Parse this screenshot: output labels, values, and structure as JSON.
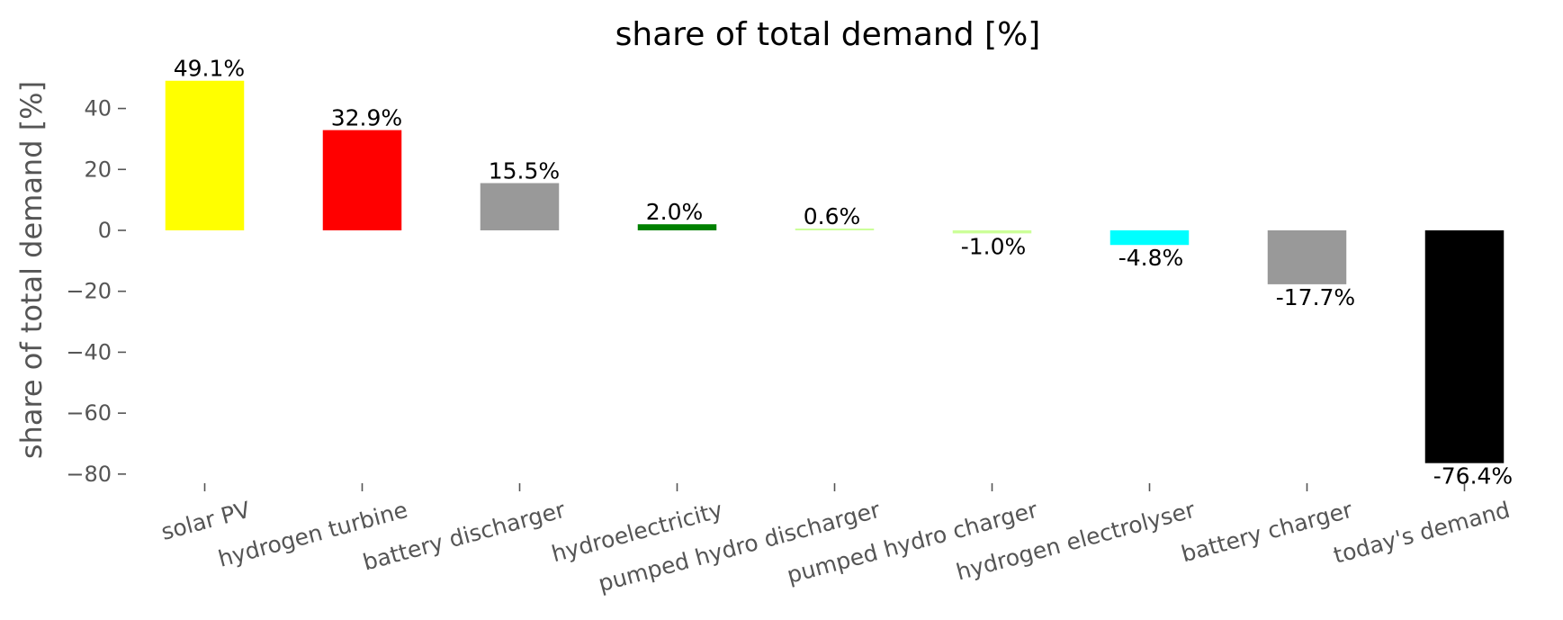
{
  "chart_data": {
    "type": "bar",
    "title": "share of total demand [%]",
    "xlabel": "",
    "ylabel": "share of total demand [%]",
    "ylim": [
      -83,
      57
    ],
    "yticks": [
      40,
      20,
      0,
      -20,
      -40,
      -60,
      -80
    ],
    "ytick_labels": [
      "40",
      "20",
      "0",
      "−20",
      "−40",
      "−60",
      "−80"
    ],
    "grid": false,
    "categories": [
      "solar PV",
      "hydrogen turbine",
      "battery discharger",
      "hydroelectricity",
      "pumped hydro discharger",
      "pumped hydro charger",
      "hydrogen electrolyser",
      "battery charger",
      "today's demand"
    ],
    "values": [
      49.1,
      32.9,
      15.5,
      2.0,
      0.6,
      -1.0,
      -4.8,
      -17.7,
      -76.4
    ],
    "data_labels": [
      "49.1%",
      "32.9%",
      "15.5%",
      "2.0%",
      "0.6%",
      "-1.0%",
      "-4.8%",
      "-17.7%",
      "-76.4%"
    ],
    "colors": [
      "#ffff00",
      "#ff0000",
      "#999999",
      "#008000",
      "#ccff99",
      "#ccff99",
      "#00ffff",
      "#999999",
      "#000000"
    ]
  }
}
